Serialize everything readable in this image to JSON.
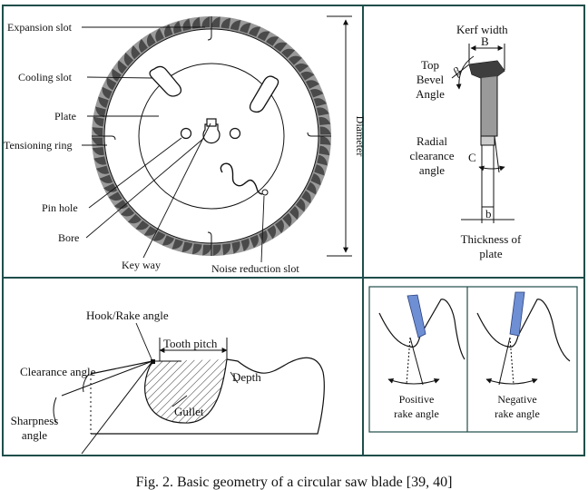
{
  "colors": {
    "frame": "#1f4e4a",
    "blade": "#9a9a9a",
    "tooth_fill": "#4a4a4a",
    "tip_blue": "#6f8fd4"
  },
  "panel_blade": {
    "labels": {
      "expansion_slot": "Expansion slot",
      "cooling_slot": "Cooling slot",
      "plate": "Plate",
      "tensioning_ring": "Tensioning ring",
      "pin_hole": "Pin hole",
      "bore": "Bore",
      "key_way": "Key way",
      "noise_reduction_slot": "Noise reduction slot",
      "diameter": "Diameter"
    }
  },
  "panel_tooth": {
    "labels": {
      "kerf_width": "Kerf width",
      "kerf_symbol": "B",
      "top_bevel_1": "Top",
      "top_bevel_2": "Bevel",
      "top_bevel_3": "Angle",
      "beta_symbol": "β",
      "radial_1": "Radial",
      "radial_2": "clearance",
      "radial_3": "angle",
      "c_symbol": "C",
      "b_symbol": "b",
      "thickness_1": "Thickness of",
      "thickness_2": "plate"
    }
  },
  "panel_profile": {
    "labels": {
      "hook_rake": "Hook/Rake angle",
      "tooth_pitch": "Tooth pitch",
      "clearance_angle": "Clearance angle",
      "depth": "Depth",
      "gullet": "Gullet",
      "sharpness_1": "Sharpness",
      "sharpness_2": "angle"
    }
  },
  "panel_rake": {
    "positive_1": "Positive",
    "positive_2": "rake angle",
    "negative_1": "Negative",
    "negative_2": "rake angle"
  },
  "caption": "Fig. 2. Basic geometry of a circular saw blade [39, 40]"
}
